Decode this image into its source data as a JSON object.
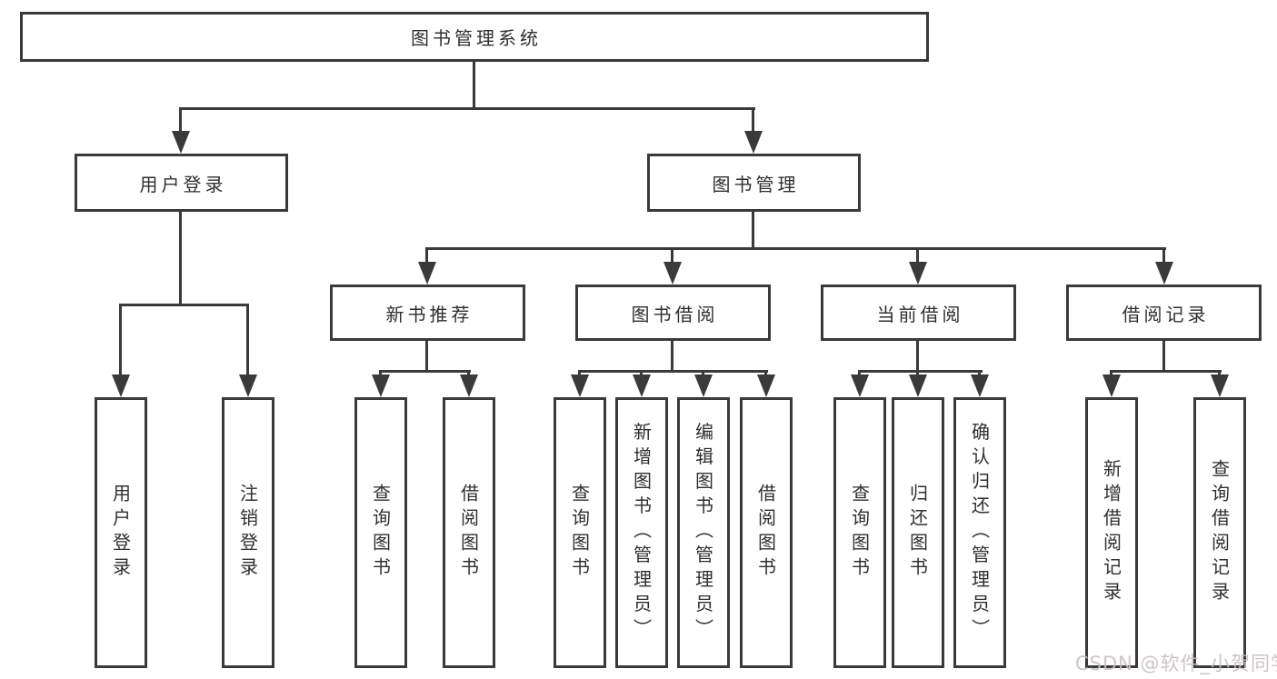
{
  "diagram": {
    "nodes": {
      "root": "图书管理系统",
      "user_login": "用户登录",
      "book_mgmt": "图书管理",
      "login_children": [
        "用户登录",
        "注销登录"
      ],
      "modules": [
        "新书推荐",
        "图书借阅",
        "当前借阅",
        "借阅记录"
      ],
      "newbook_children": [
        "查询图书",
        "借阅图书"
      ],
      "borrow_children": [
        "查询图书",
        "新增图书（管理员）",
        "编辑图书（管理员）",
        "借阅图书"
      ],
      "current_children": [
        "查询图书",
        "归还图书",
        "确认归还（管理员）"
      ],
      "record_children": [
        "新增借阅记录",
        "查询借阅记录"
      ]
    },
    "watermark": "CSDN @软件_小贺同学",
    "colors": {
      "line": "#3a3a3a",
      "text": "#2f2f2f",
      "watermark": "#c9c1c1",
      "background": "#ffffff"
    }
  }
}
